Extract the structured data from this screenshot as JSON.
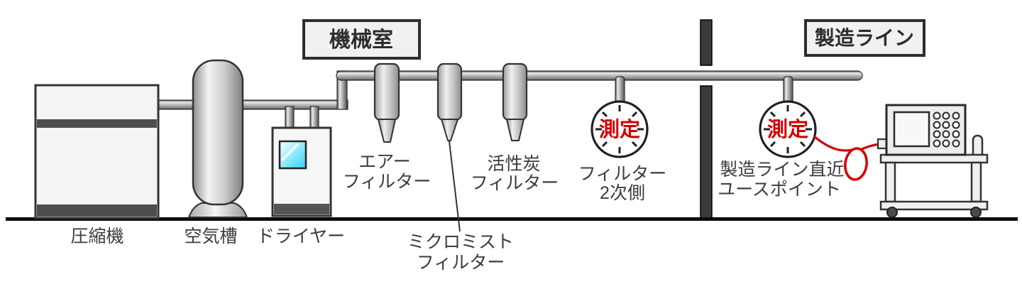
{
  "scene": {
    "boxes": {
      "machine_room": "機械室",
      "production_line": "製造ライン"
    },
    "labels": {
      "compressor": "圧縮機",
      "air_tank": "空気槽",
      "dryer": "ドライヤー",
      "air_filter_l1": "エアー",
      "air_filter_l2": "フィルター",
      "micro_mist_l1": "ミクロミスト",
      "micro_mist_l2": "フィルター",
      "carbon_filter_l1": "活性炭",
      "carbon_filter_l2": "フィルター",
      "point1_l1": "フィルター",
      "point1_l2": "2次側",
      "point2_l1": "製造ライン直近",
      "point2_l2": "ユースポイント"
    },
    "gauge_text": "測定",
    "colors": {
      "accent_red": "#d60000",
      "text": "#3c3c3c",
      "outline": "#2d2d2d",
      "wall": "#3a3a3a",
      "screen_cyan": "#30d2f0"
    }
  }
}
